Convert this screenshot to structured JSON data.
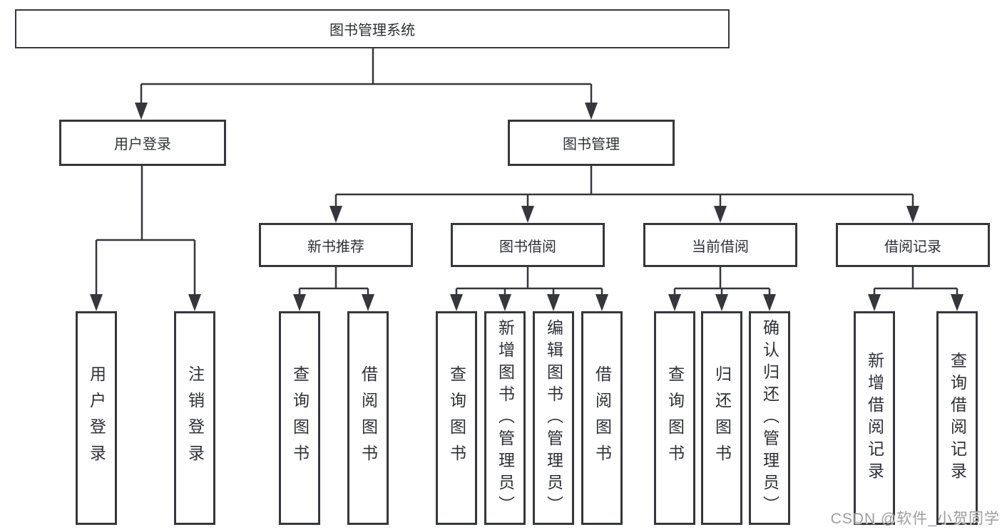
{
  "tree": {
    "label": "图书管理系统",
    "children": [
      {
        "label": "用户登录",
        "children": [
          {
            "label": "用户登录"
          },
          {
            "label": "注销登录"
          }
        ]
      },
      {
        "label": "图书管理",
        "children": [
          {
            "label": "新书推荐",
            "children": [
              {
                "label": "查询图书"
              },
              {
                "label": "借阅图书"
              }
            ]
          },
          {
            "label": "图书借阅",
            "children": [
              {
                "label": "查询图书"
              },
              {
                "label": "新增图书（管理员）"
              },
              {
                "label": "编辑图书（管理员）"
              },
              {
                "label": "借阅图书"
              }
            ]
          },
          {
            "label": "当前借阅",
            "children": [
              {
                "label": "查询图书"
              },
              {
                "label": "归还图书"
              },
              {
                "label": "确认归还（管理员）"
              }
            ]
          },
          {
            "label": "借阅记录",
            "children": [
              {
                "label": "新增借阅记录"
              },
              {
                "label": "查询借阅记录"
              }
            ]
          }
        ]
      }
    ]
  },
  "watermark": {
    "text": "CSDN @软件_小贺同学"
  },
  "colors": {
    "line": "#36373c",
    "box_border": "#36373c",
    "text": "#2e3036",
    "background": "#ffffff",
    "watermark": "#9c9c9c"
  }
}
